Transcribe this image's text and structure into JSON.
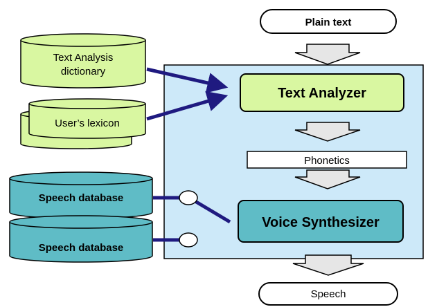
{
  "input": {
    "label": "Plain text"
  },
  "dictionaries": {
    "text_analysis_line1": "Text Analysis",
    "text_analysis_line2": "dictionary",
    "user_lexicon": "User’s  lexicon"
  },
  "databases": [
    {
      "label": "Speech database"
    },
    {
      "label": "Speech database"
    }
  ],
  "modules": {
    "text_analyzer": "Text Analyzer",
    "phonetics": "Phonetics",
    "voice_synthesizer": "Voice Synthesizer"
  },
  "output": {
    "label": "Speech"
  },
  "colors": {
    "panel": "#cde9f9",
    "green_box": "#d9f7a1",
    "teal_box": "#5fbcc6",
    "arrow_navy": "#1f1a80",
    "hollow_arrow": "#e6e6e6"
  }
}
